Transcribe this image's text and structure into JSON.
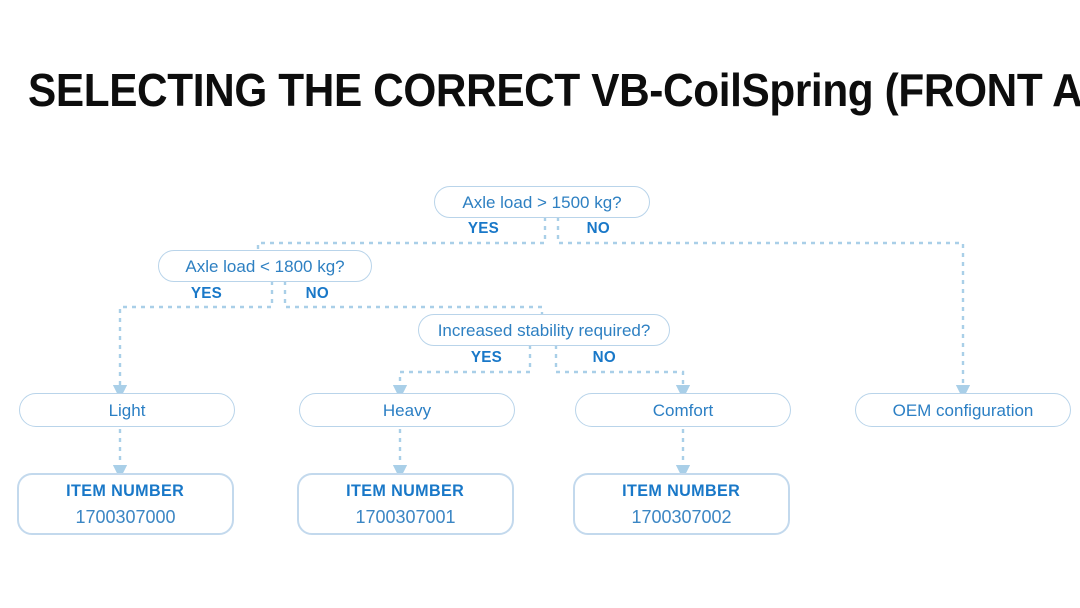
{
  "page": {
    "title": "SELECTING THE CORRECT VB-CoilSpring (FRONT AXLE)"
  },
  "colors": {
    "title": "#0d0d0d",
    "node_text": "#2b7fc4",
    "node_border": "#b9d4ea",
    "branch_label": "#1978c8",
    "connector": "#a9cfe8",
    "card_border": "#c3d9ed",
    "background": "#ffffff"
  },
  "decisions": [
    {
      "id": "axle-load-1500",
      "text": "Axle load > 1500 kg?",
      "yes_label": "YES",
      "no_label": "NO"
    },
    {
      "id": "axle-load-1800",
      "text": "Axle load < 1800 kg?",
      "yes_label": "YES",
      "no_label": "NO"
    },
    {
      "id": "increased-stability",
      "text": "Increased stability required?",
      "yes_label": "YES",
      "no_label": "NO"
    }
  ],
  "outcomes": [
    {
      "id": "light",
      "text": "Light"
    },
    {
      "id": "heavy",
      "text": "Heavy"
    },
    {
      "id": "comfort",
      "text": "Comfort"
    },
    {
      "id": "oem",
      "text": "OEM configuration"
    }
  ],
  "item_cards": [
    {
      "id": "light-item",
      "label": "ITEM NUMBER",
      "value": "1700307000"
    },
    {
      "id": "heavy-item",
      "label": "ITEM NUMBER",
      "value": "1700307001"
    },
    {
      "id": "comfort-item",
      "label": "ITEM NUMBER",
      "value": "1700307002"
    }
  ]
}
